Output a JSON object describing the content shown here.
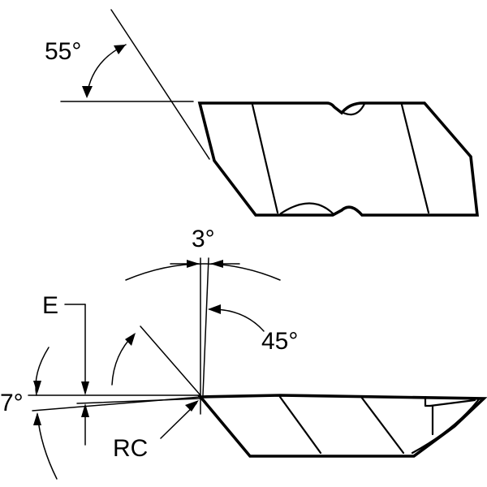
{
  "labels": {
    "angle_55": "55°",
    "angle_3": "3°",
    "angle_45": "45°",
    "dimension_e": "E",
    "angle_7": "7°",
    "corner_rc": "RC"
  }
}
